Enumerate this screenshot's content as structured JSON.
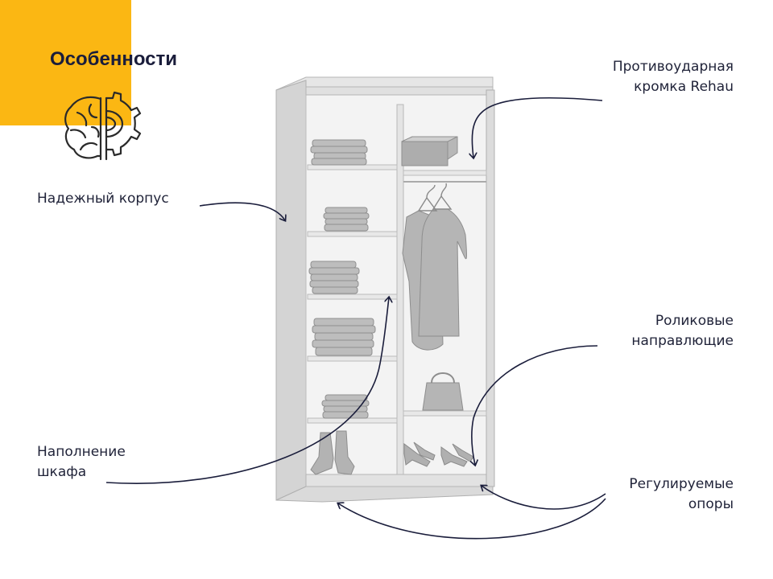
{
  "title": "Особенности",
  "features": {
    "impact_edge": "Противоударная\nкромка Rehau",
    "body": "Надежный корпус",
    "rollers": "Роликовые\nнаправлющие",
    "filling": "Наполнение\nшкафа",
    "feet": "Регулируемые\nопоры"
  },
  "colors": {
    "accent": "#fbb713",
    "text": "#1f2238",
    "line": "#1a1d3b"
  },
  "icons": {
    "brand": "brain-gear-icon"
  }
}
